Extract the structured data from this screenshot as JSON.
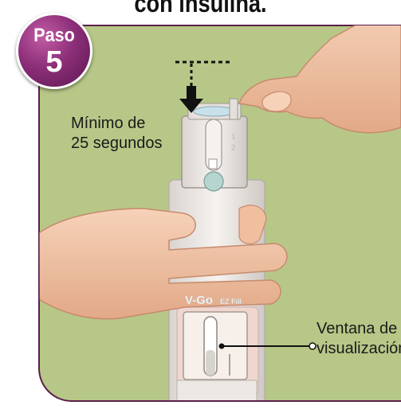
{
  "heading": "con insulina.",
  "step_badge": {
    "word": "Paso",
    "number": "5"
  },
  "time_label": {
    "line1": "Mínimo de",
    "line2": "25 segundos"
  },
  "window_label": {
    "line1": "Ventana de",
    "line2": "visualización"
  },
  "device": {
    "brand_mark": "V-Go",
    "model_mark": "EZ Fill",
    "collar_marks": [
      "1",
      "2"
    ]
  },
  "colors": {
    "panel_background": "#b7c787",
    "panel_border": "#5a1f4a",
    "badge": "#8d2f79",
    "device_body": "#f0ece8",
    "skin": "#f1c7a8"
  }
}
